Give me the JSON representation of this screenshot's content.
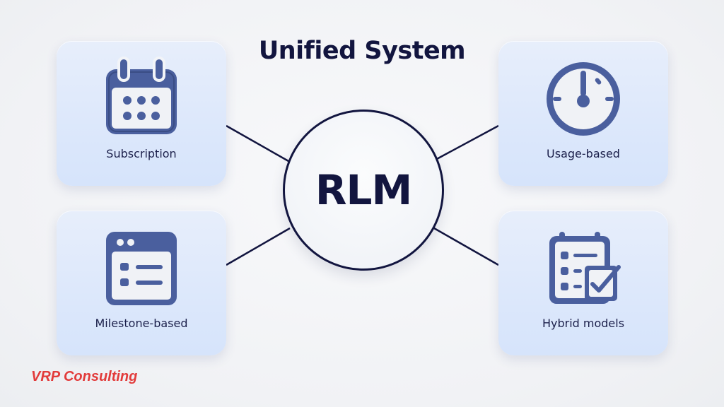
{
  "title": "Unified System",
  "hub": {
    "label": "RLM"
  },
  "cards": [
    {
      "id": "subscription",
      "label": "Subscription",
      "icon": "calendar-icon"
    },
    {
      "id": "usage",
      "label": "Usage-based",
      "icon": "gauge-icon"
    },
    {
      "id": "milestone",
      "label": "Milestone-based",
      "icon": "window-list-icon"
    },
    {
      "id": "hybrid",
      "label": "Hybrid models",
      "icon": "checklist-calendar-icon"
    }
  ],
  "brand": {
    "text": "VRP Consulting",
    "color": "#e23b3b"
  },
  "colors": {
    "navy": "#12153f",
    "icon_blue": "#4a5f9e",
    "card_bg": "#dde8fb"
  }
}
